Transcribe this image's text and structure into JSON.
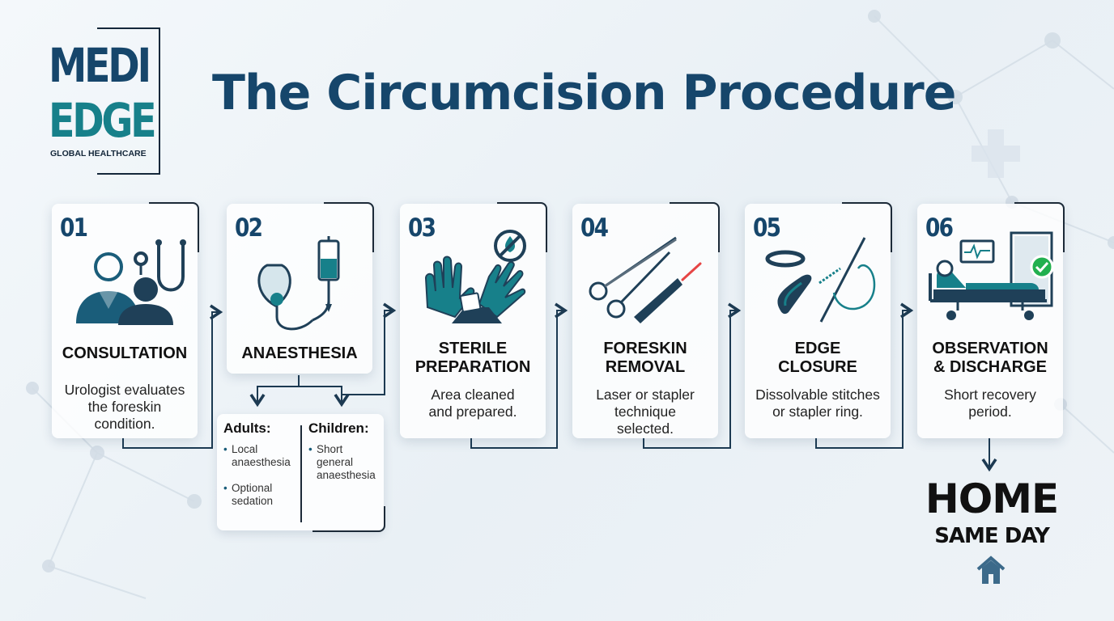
{
  "logo": {
    "line1": "MEDI",
    "line2": "EDGE",
    "tagline": "GLOBAL HEALTHCARE"
  },
  "title": "The Circumcision Procedure",
  "steps": [
    {
      "number": "01",
      "title": "CONSULTATION",
      "description": "Urologist evaluates\nthe foreskin\ncondition.",
      "icon": "doctor-patient-stethoscope-icon"
    },
    {
      "number": "02",
      "title": "ANAESTHESIA",
      "description": "",
      "icon": "anaesthesia-mask-iv-icon"
    },
    {
      "number": "03",
      "title": "STERILE\nPREPARATION",
      "description": "Area cleaned\nand prepared.",
      "icon": "sterile-gloves-icon"
    },
    {
      "number": "04",
      "title": "FORESKIN\nREMOVAL",
      "description": "Laser or stapler\ntechnique\nselected.",
      "icon": "scissors-laser-icon"
    },
    {
      "number": "05",
      "title": "EDGE\nCLOSURE",
      "description": "Dissolvable stitches\nor stapler ring.",
      "icon": "stapler-ring-suture-icon"
    },
    {
      "number": "06",
      "title": "OBSERVATION\n& DISCHARGE",
      "description": "Short recovery\nperiod.",
      "icon": "hospital-bed-door-icon"
    }
  ],
  "anaesthesia_options": {
    "adults": {
      "heading": "Adults:",
      "items": [
        "Local\nanaesthesia",
        "Optional\nsedation"
      ]
    },
    "children": {
      "heading": "Children:",
      "items": [
        "Short\ngeneral\nanaesthesia"
      ]
    }
  },
  "final": {
    "title": "HOME",
    "subtitle": "SAME DAY",
    "icon": "home-icon"
  },
  "colors": {
    "navy": "#16466b",
    "teal": "#17808a",
    "dark": "#1c2a38",
    "accent_green": "#22b04f"
  }
}
